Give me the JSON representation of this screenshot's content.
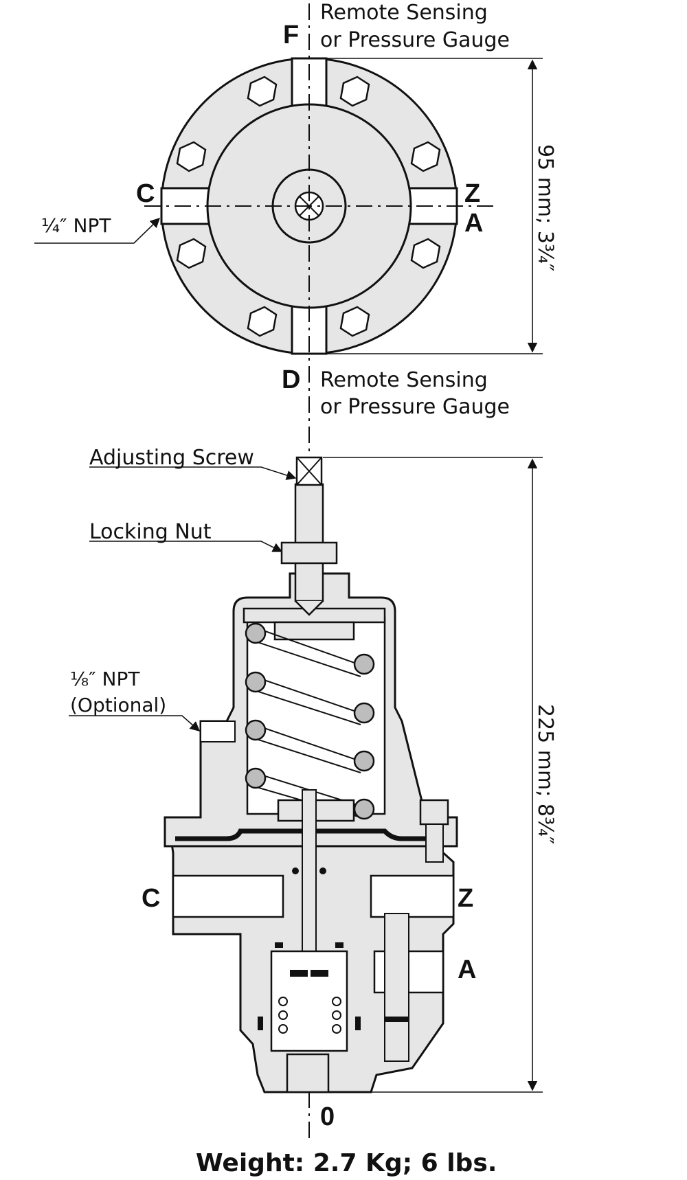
{
  "top_view": {
    "port_f": "F",
    "port_d": "D",
    "port_c": "C",
    "port_z": "Z",
    "port_a": "A",
    "remote_top_line1": "Remote Sensing",
    "remote_top_line2": "or Pressure Gauge",
    "remote_bottom_line1": "Remote Sensing",
    "remote_bottom_line2": "or Pressure Gauge",
    "npt_label": "¼″ NPT",
    "dimension": "95 mm; 3¾″"
  },
  "side_view": {
    "adjusting_screw": "Adjusting Screw",
    "locking_nut": "Locking Nut",
    "npt_optional_line1": "⅛″ NPT",
    "npt_optional_line2": "(Optional)",
    "port_c": "C",
    "port_z": "Z",
    "port_a": "A",
    "port_o": "0",
    "dimension": "225 mm; 8¾″"
  },
  "footer": {
    "weight": "Weight: 2.7 Kg; 6 lbs."
  }
}
